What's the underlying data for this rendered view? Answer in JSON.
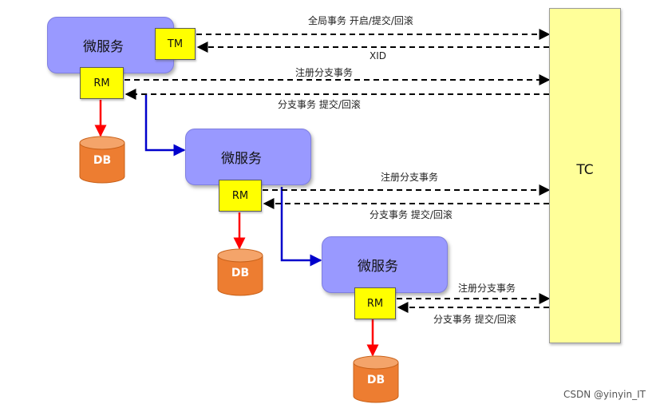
{
  "tc": {
    "label": "TC"
  },
  "services": [
    {
      "label": "微服务",
      "tm": "TM",
      "rm": "RM",
      "db": "DB"
    },
    {
      "label": "微服务",
      "rm": "RM",
      "db": "DB"
    },
    {
      "label": "微服务",
      "rm": "RM",
      "db": "DB"
    }
  ],
  "messages": {
    "global_tx": "全局事务 开启/提交/回滚",
    "xid": "XID",
    "register_branch": "注册分支事务",
    "branch_commit_rollback": "分支事务 提交/回滚"
  },
  "watermark": "CSDN @yinyin_IT",
  "colors": {
    "service_fill": "#9999ff",
    "tm_rm_fill": "#ffff00",
    "tc_fill": "#ffff99",
    "db_fill": "#ed7d31",
    "call_arrow": "#0000cc",
    "db_arrow": "#ff0000",
    "message_arrow": "#000000"
  }
}
